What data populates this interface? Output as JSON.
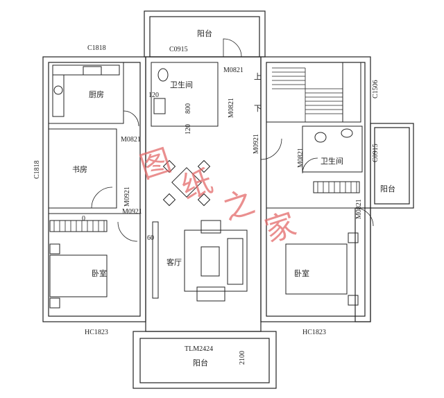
{
  "rooms": {
    "balcony_top": "阳台",
    "bathroom_left": "卫生间",
    "kitchen": "厨房",
    "study": "书房",
    "bedroom_left": "卧室",
    "living_room": "客厅",
    "bathroom_right": "卫生间",
    "balcony_right": "阳台",
    "bedroom_right": "卧室",
    "balcony_bottom": "阳台"
  },
  "stairs": {
    "up": "上",
    "down": "下"
  },
  "windows": {
    "kitchen": "C1818",
    "bath_left": "C0915",
    "study_side": "C1818",
    "stair_side": "C1506",
    "balcony_right_side": "C0915",
    "bedroom_left_bottom": "HC1823",
    "bedroom_right_bottom": "HC1823",
    "living_bottom": "TLM2424"
  },
  "doors": {
    "balcony_top": "M0821",
    "bath_left": "M0821",
    "kitchen": "M0821",
    "stair_hall": "M0921",
    "study": "M0921",
    "bedroom_left": "M0921",
    "bath_right": "M0821",
    "bedroom_right": "M0821"
  },
  "dimensions": {
    "d120a": "120",
    "d800": "800",
    "d120b": "120",
    "d60": "60",
    "d2100": "2100",
    "d0": "0"
  },
  "watermark": [
    "图",
    "纸",
    "之",
    "家"
  ]
}
